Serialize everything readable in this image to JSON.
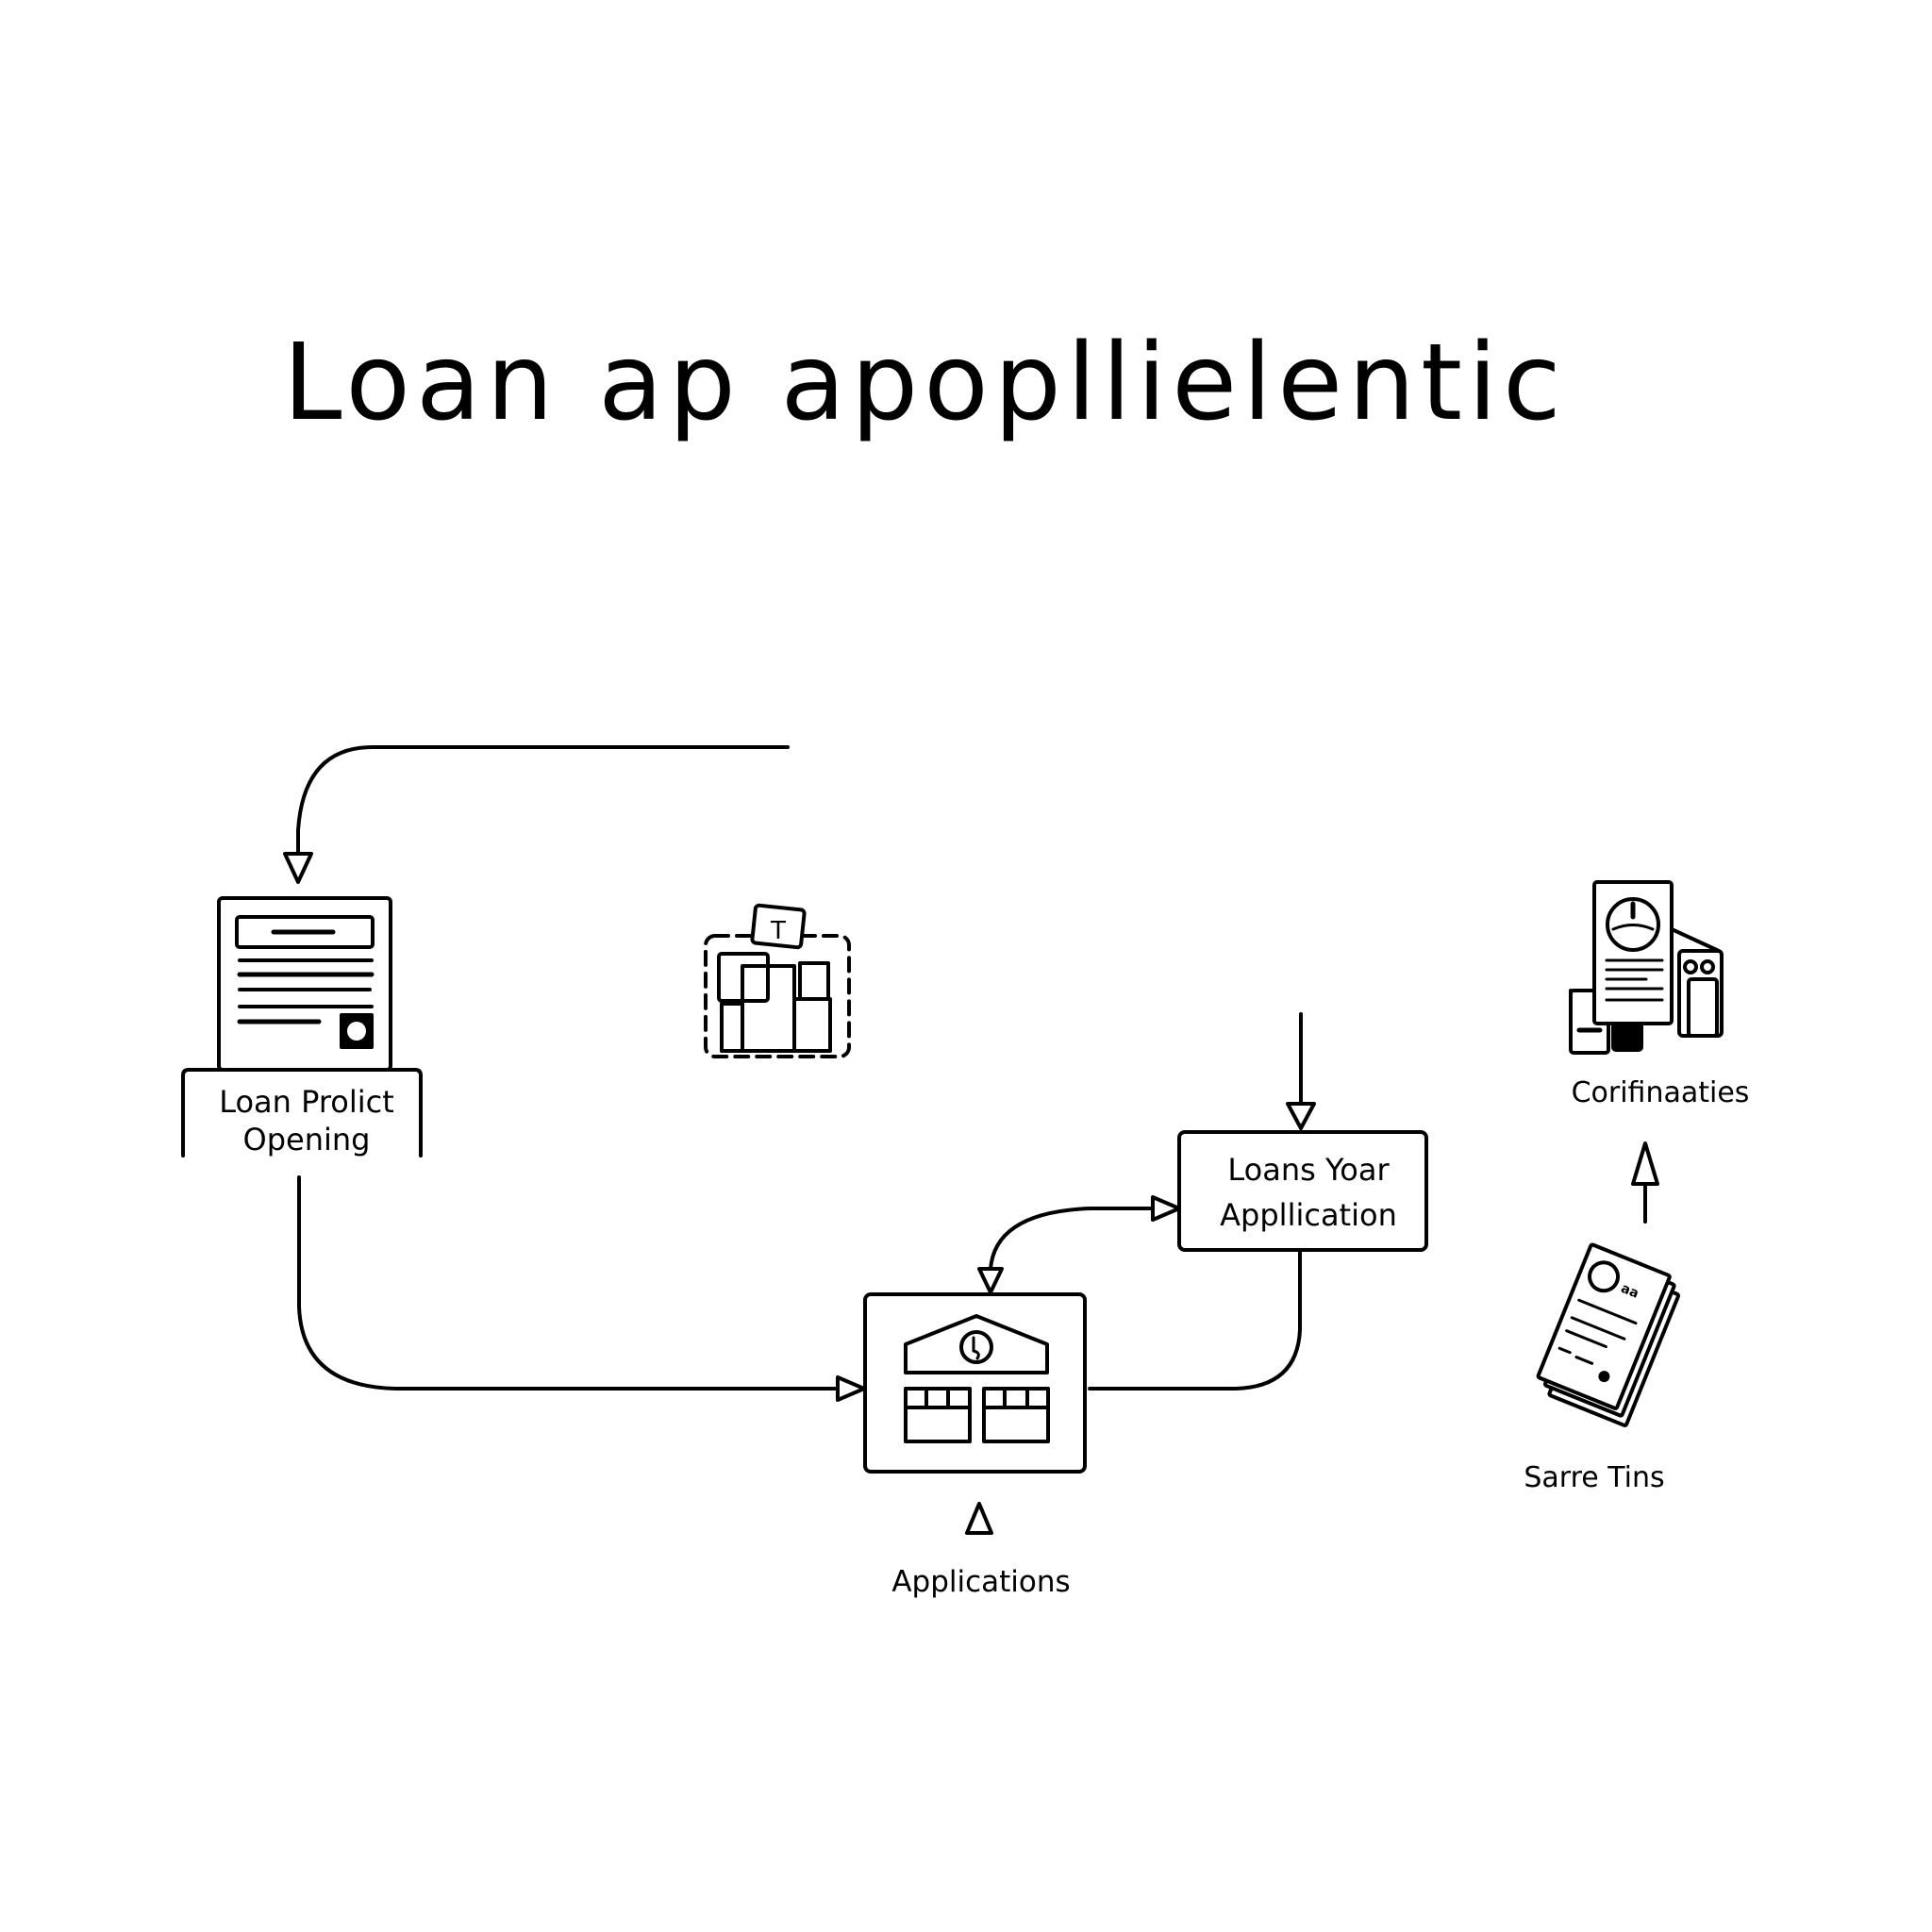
{
  "title": "Loan ap  apopllielentic",
  "nodes": {
    "loan_document": {
      "label_line1": "Loan Prolict",
      "label_line2": "Opening",
      "icon": "document-with-stamp"
    },
    "cluster": {
      "icon": "dashed-folder-cluster",
      "badge_text": "T"
    },
    "loan_application": {
      "label_line1": "Loans Yoar",
      "label_line2": "Appllication"
    },
    "bank": {
      "label": "Applications",
      "icon": "bank-building"
    },
    "confirmations": {
      "label": "Corifinaaties",
      "icon": "gauge-report-machine"
    },
    "sarre_tins": {
      "label": "Sarre Tins",
      "icon": "tilted-document-stack",
      "badge_text": "aa"
    }
  },
  "edges": [
    {
      "from": "top-line",
      "to": "loan_document",
      "arrow": "hollow-down"
    },
    {
      "from": "loan_document",
      "to": "bank",
      "arrow": "hollow-right"
    },
    {
      "from": "loan_application",
      "to": "bank",
      "arrow": "bidirectional-hollow"
    },
    {
      "from": "top",
      "to": "loan_application",
      "arrow": "hollow-down"
    },
    {
      "from": "bank",
      "to": "loan_application",
      "arrow": "none"
    },
    {
      "from": "applications-label",
      "to": "bank",
      "arrow": "hollow-up"
    },
    {
      "from": "sarre_tins",
      "to": "confirmations",
      "arrow": "hollow-up"
    }
  ],
  "colors": {
    "stroke": "#000000",
    "background": "#ffffff"
  }
}
